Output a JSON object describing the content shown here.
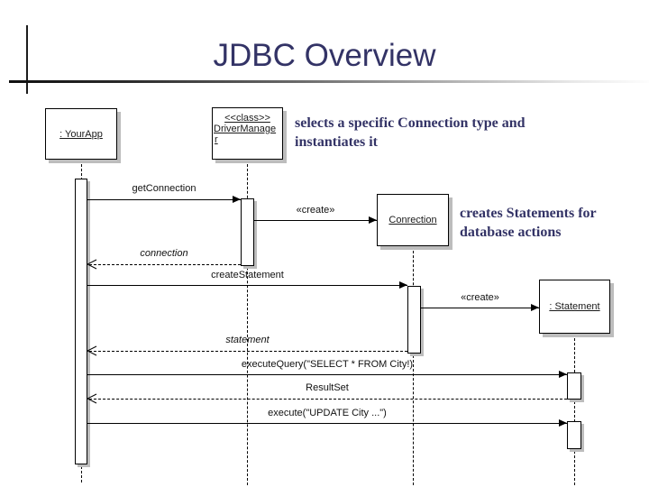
{
  "slide": {
    "title": "JDBC Overview"
  },
  "annotations": [
    {
      "line1": "selects a specific Connection type and",
      "line2": "instantiates it"
    },
    {
      "line1": "creates Statements for",
      "line2": "database actions"
    }
  ],
  "objects": [
    {
      "label": ": YourApp"
    },
    {
      "lines": {
        "0": "<<class>>",
        "1": "DriverManage",
        "2": "r"
      }
    },
    {
      "label": "Conrection"
    },
    {
      "label": ": Statement"
    }
  ],
  "messages": [
    {
      "label": "getConnection",
      "kind": "call"
    },
    {
      "label": "«create»",
      "kind": "call"
    },
    {
      "label": "connection",
      "kind": "return"
    },
    {
      "label": "createStatement",
      "kind": "call"
    },
    {
      "label": "«create»",
      "kind": "call"
    },
    {
      "label": "statement",
      "kind": "return"
    },
    {
      "label": "executeQuery(\"SELECT * FROM City!)",
      "kind": "call"
    },
    {
      "label": "ResultSet",
      "kind": "return"
    },
    {
      "label": "execute(\"UPDATE City ...\")",
      "kind": "call"
    }
  ],
  "colors": {
    "accent_navy": "#333366",
    "shadow_gray": "#bdbdbd"
  }
}
